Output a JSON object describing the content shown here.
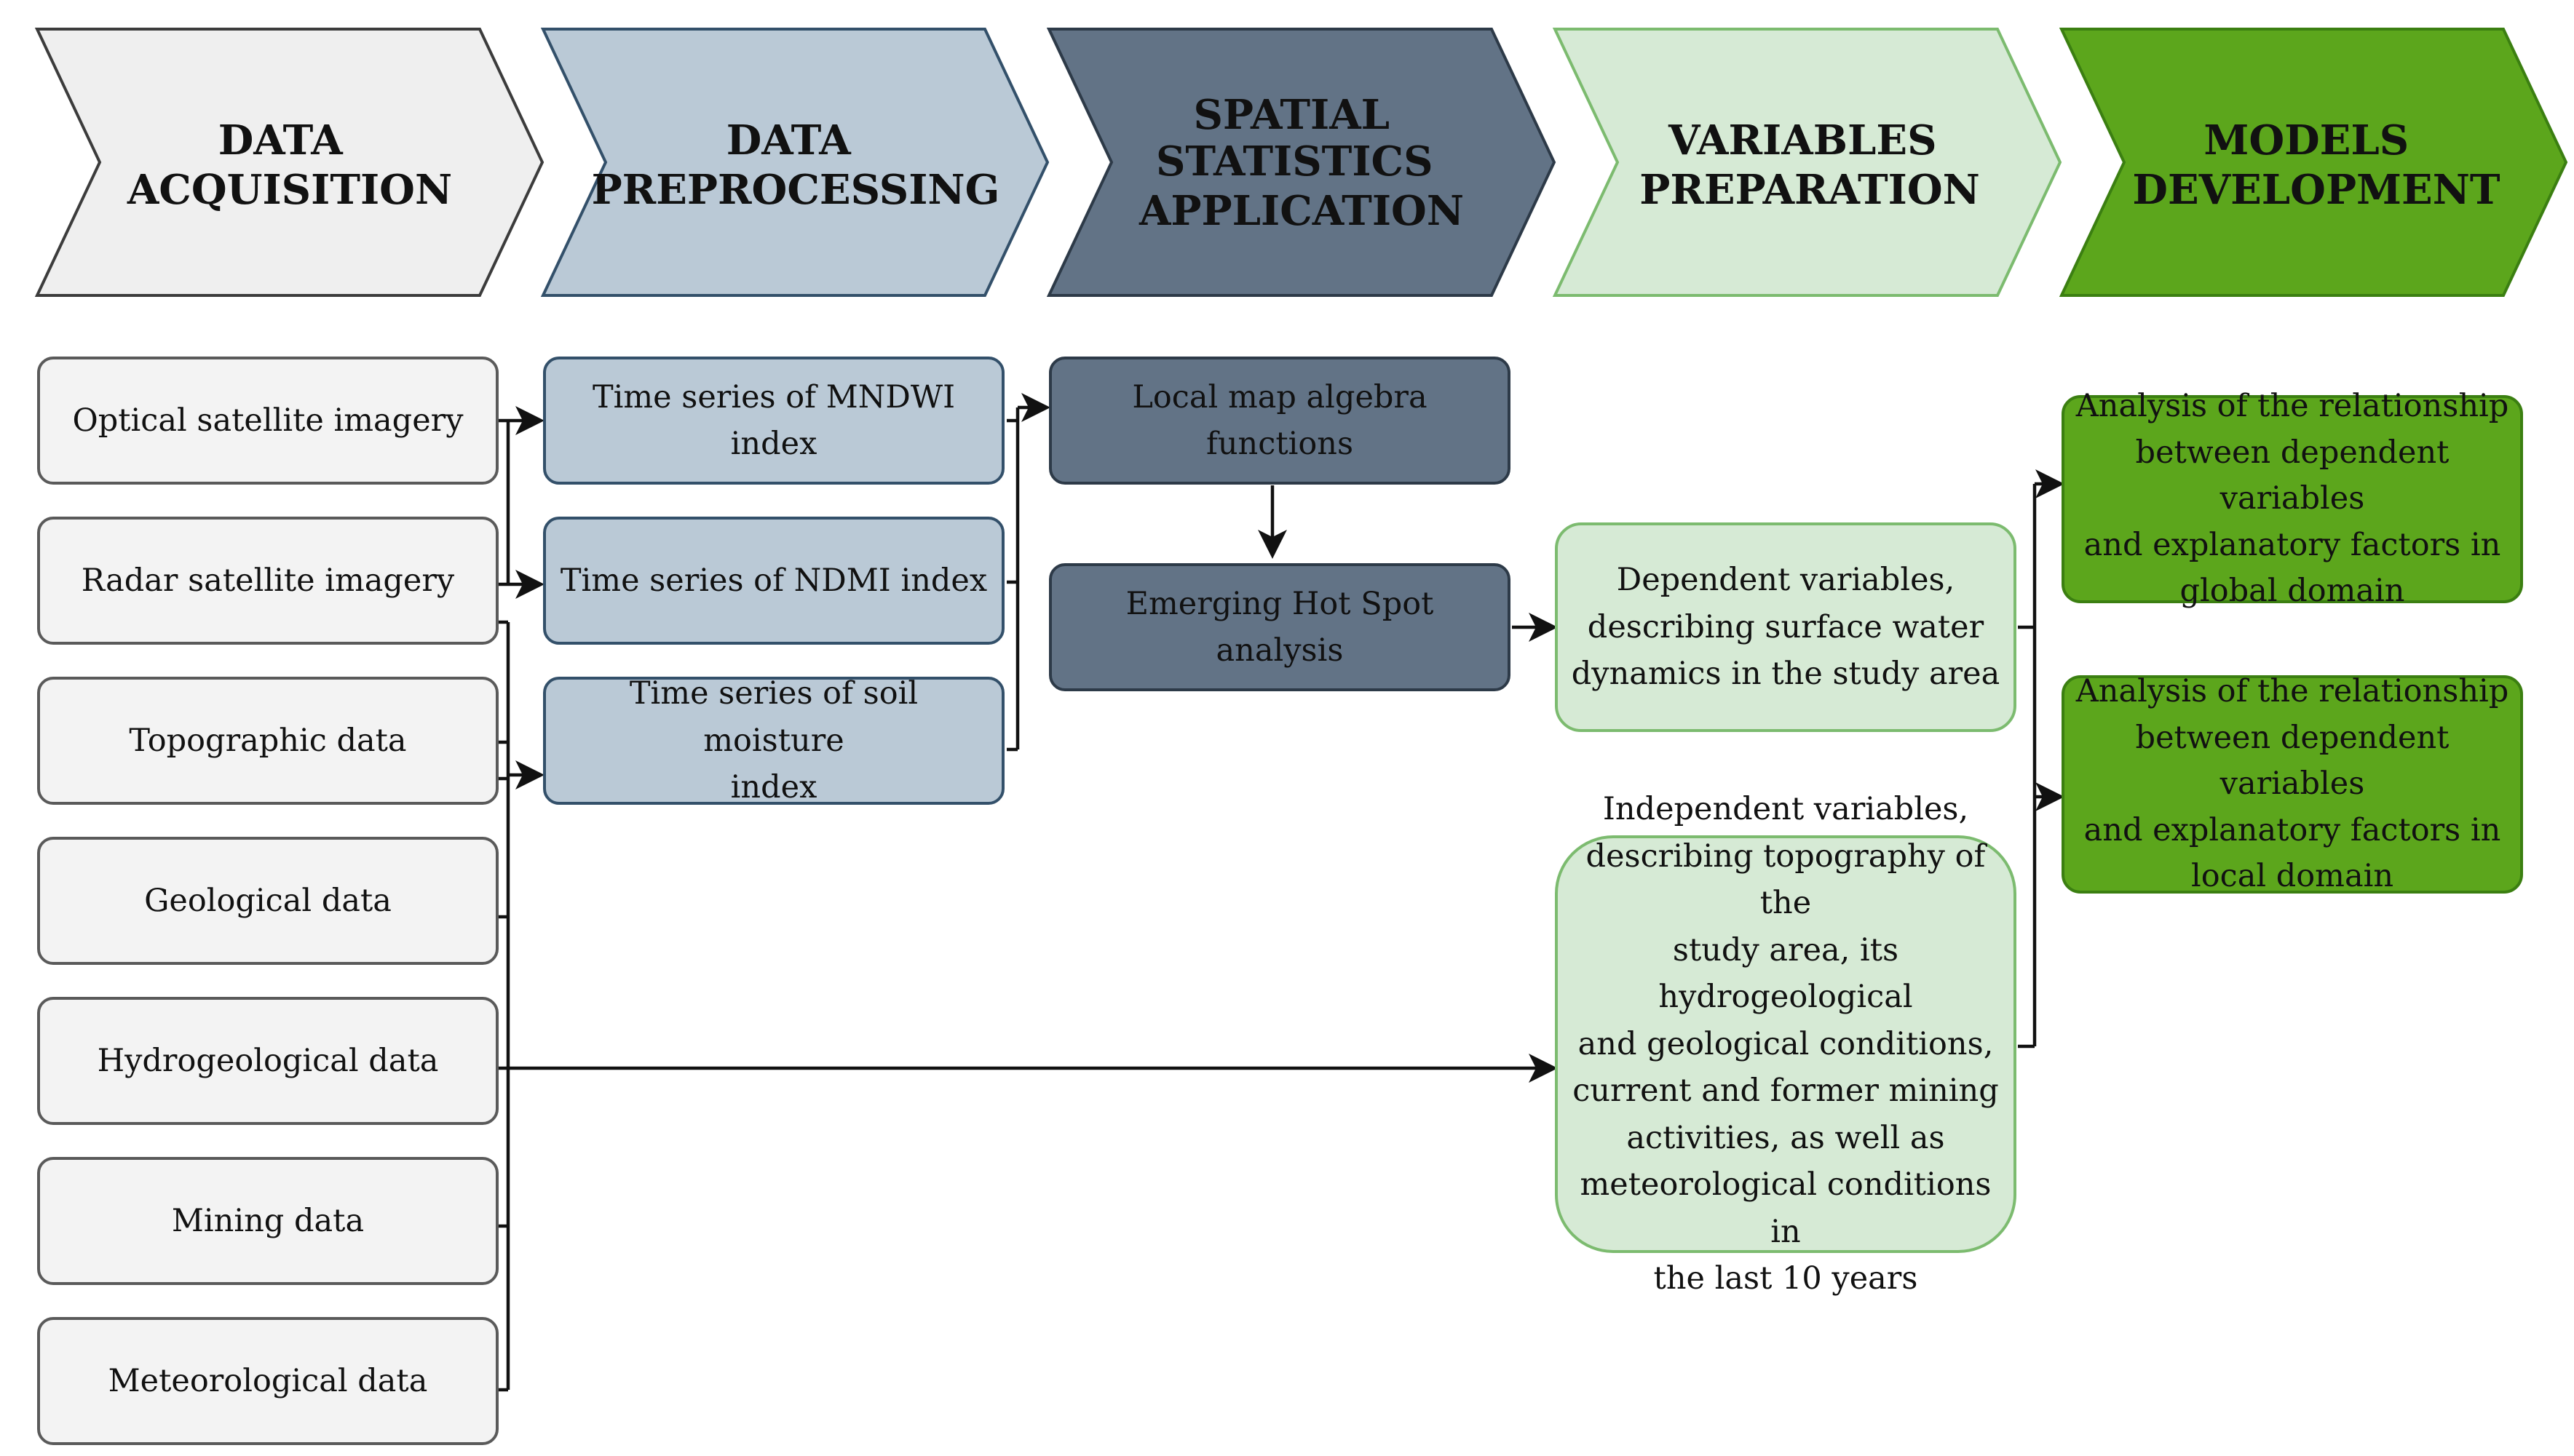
{
  "stages": [
    {
      "lines": [
        "DATA",
        "ACQUISITION"
      ],
      "fill": "#efefef",
      "stroke": "#3c3c3c"
    },
    {
      "lines": [
        "DATA",
        "PREPROCESSING"
      ],
      "fill": "#bac9d6",
      "stroke": "#33506a"
    },
    {
      "lines": [
        "SPATIAL",
        "STATISTICS",
        "APPLICATION"
      ],
      "fill": "#627386",
      "stroke": "#2d3a48"
    },
    {
      "lines": [
        "VARIABLES",
        "PREPARATION"
      ],
      "fill": "#d6ead5",
      "stroke": "#7cbb6f"
    },
    {
      "lines": [
        "MODELS",
        "DEVELOPMENT"
      ],
      "fill": "#5ca61c",
      "stroke": "#3b7f11"
    }
  ],
  "acquisition": {
    "optical": "Optical satellite imagery",
    "radar": "Radar satellite imagery",
    "topographic": "Topographic data",
    "geological": "Geological data",
    "hydrogeological": "Hydrogeological data",
    "mining": "Mining data",
    "meteorological": "Meteorological data"
  },
  "preprocessing": {
    "mndwi": "Time series of MNDWI index",
    "ndmi": "Time series of NDMI index",
    "soil_line1": "Time series of soil moisture",
    "soil_line2": "index"
  },
  "spatial": {
    "local_map": "Local map algebra functions",
    "hot_spot": "Emerging Hot Spot analysis"
  },
  "variables": {
    "dependent": [
      "Dependent variables,",
      "describing surface water",
      "dynamics in the study area"
    ],
    "independent": [
      "Independent variables,",
      "describing topography of the",
      "study area, its hydrogeological",
      "and geological conditions,",
      "current and former mining",
      "activities, as well as",
      "meteorological conditions in",
      "the last 10 years"
    ]
  },
  "models": {
    "global": [
      "Analysis of the relationship",
      "between dependent variables",
      "and explanatory factors in",
      "global domain"
    ],
    "local": [
      "Analysis of the relationship",
      "between dependent variables",
      "and explanatory factors in",
      "local domain"
    ]
  }
}
